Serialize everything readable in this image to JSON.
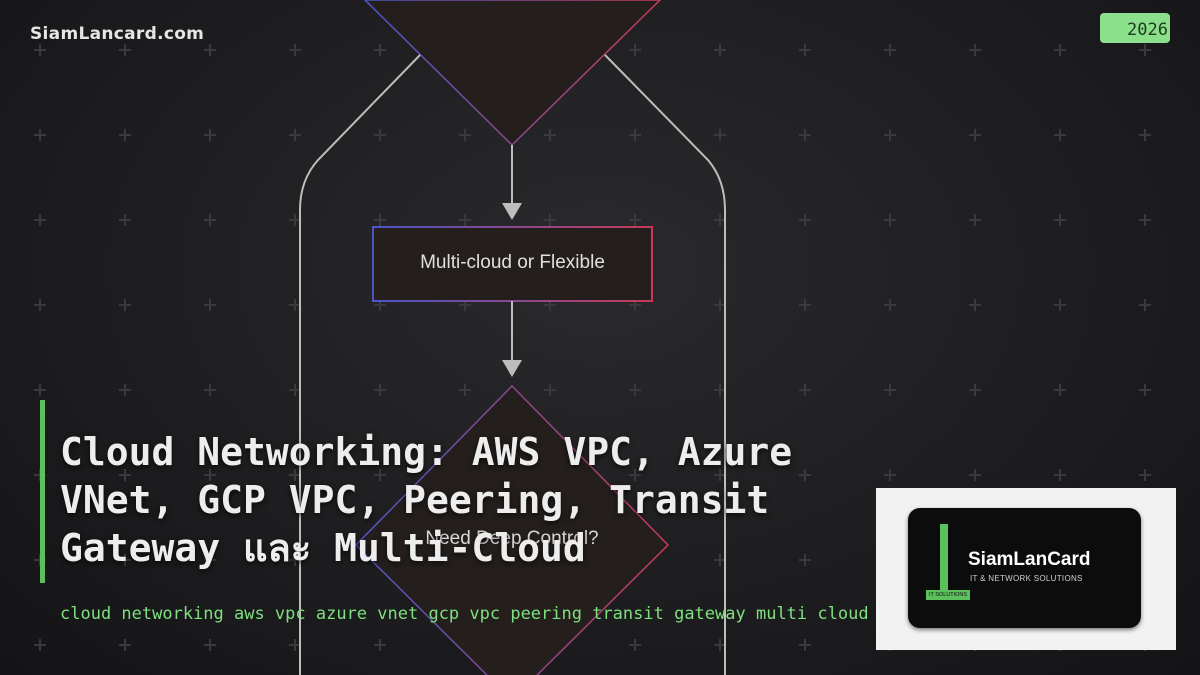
{
  "header": {
    "site_name": "SiamLancard.com",
    "year_badge": "2026"
  },
  "flowchart": {
    "box_label": "Multi-cloud or Flexible",
    "decision_label": "Need Deep Control?"
  },
  "article": {
    "title": "Cloud Networking: AWS VPC, Azure VNet, GCP VPC, Peering, Transit Gateway และ Multi-Cloud",
    "subtitle": "cloud networking aws vpc azure vnet gcp vpc peering transit gateway multi cloud"
  },
  "logo": {
    "name": "SiamLanCard",
    "tagline": "IT & NETWORK SOLUTIONS",
    "tag": "IT SOLUTIONS"
  },
  "colors": {
    "accent": "#5cc05c",
    "badge": "#8be08b",
    "subtitle": "#7ee07e",
    "box_border_left": "#4a56c8",
    "box_border_right": "#c83a5a"
  }
}
